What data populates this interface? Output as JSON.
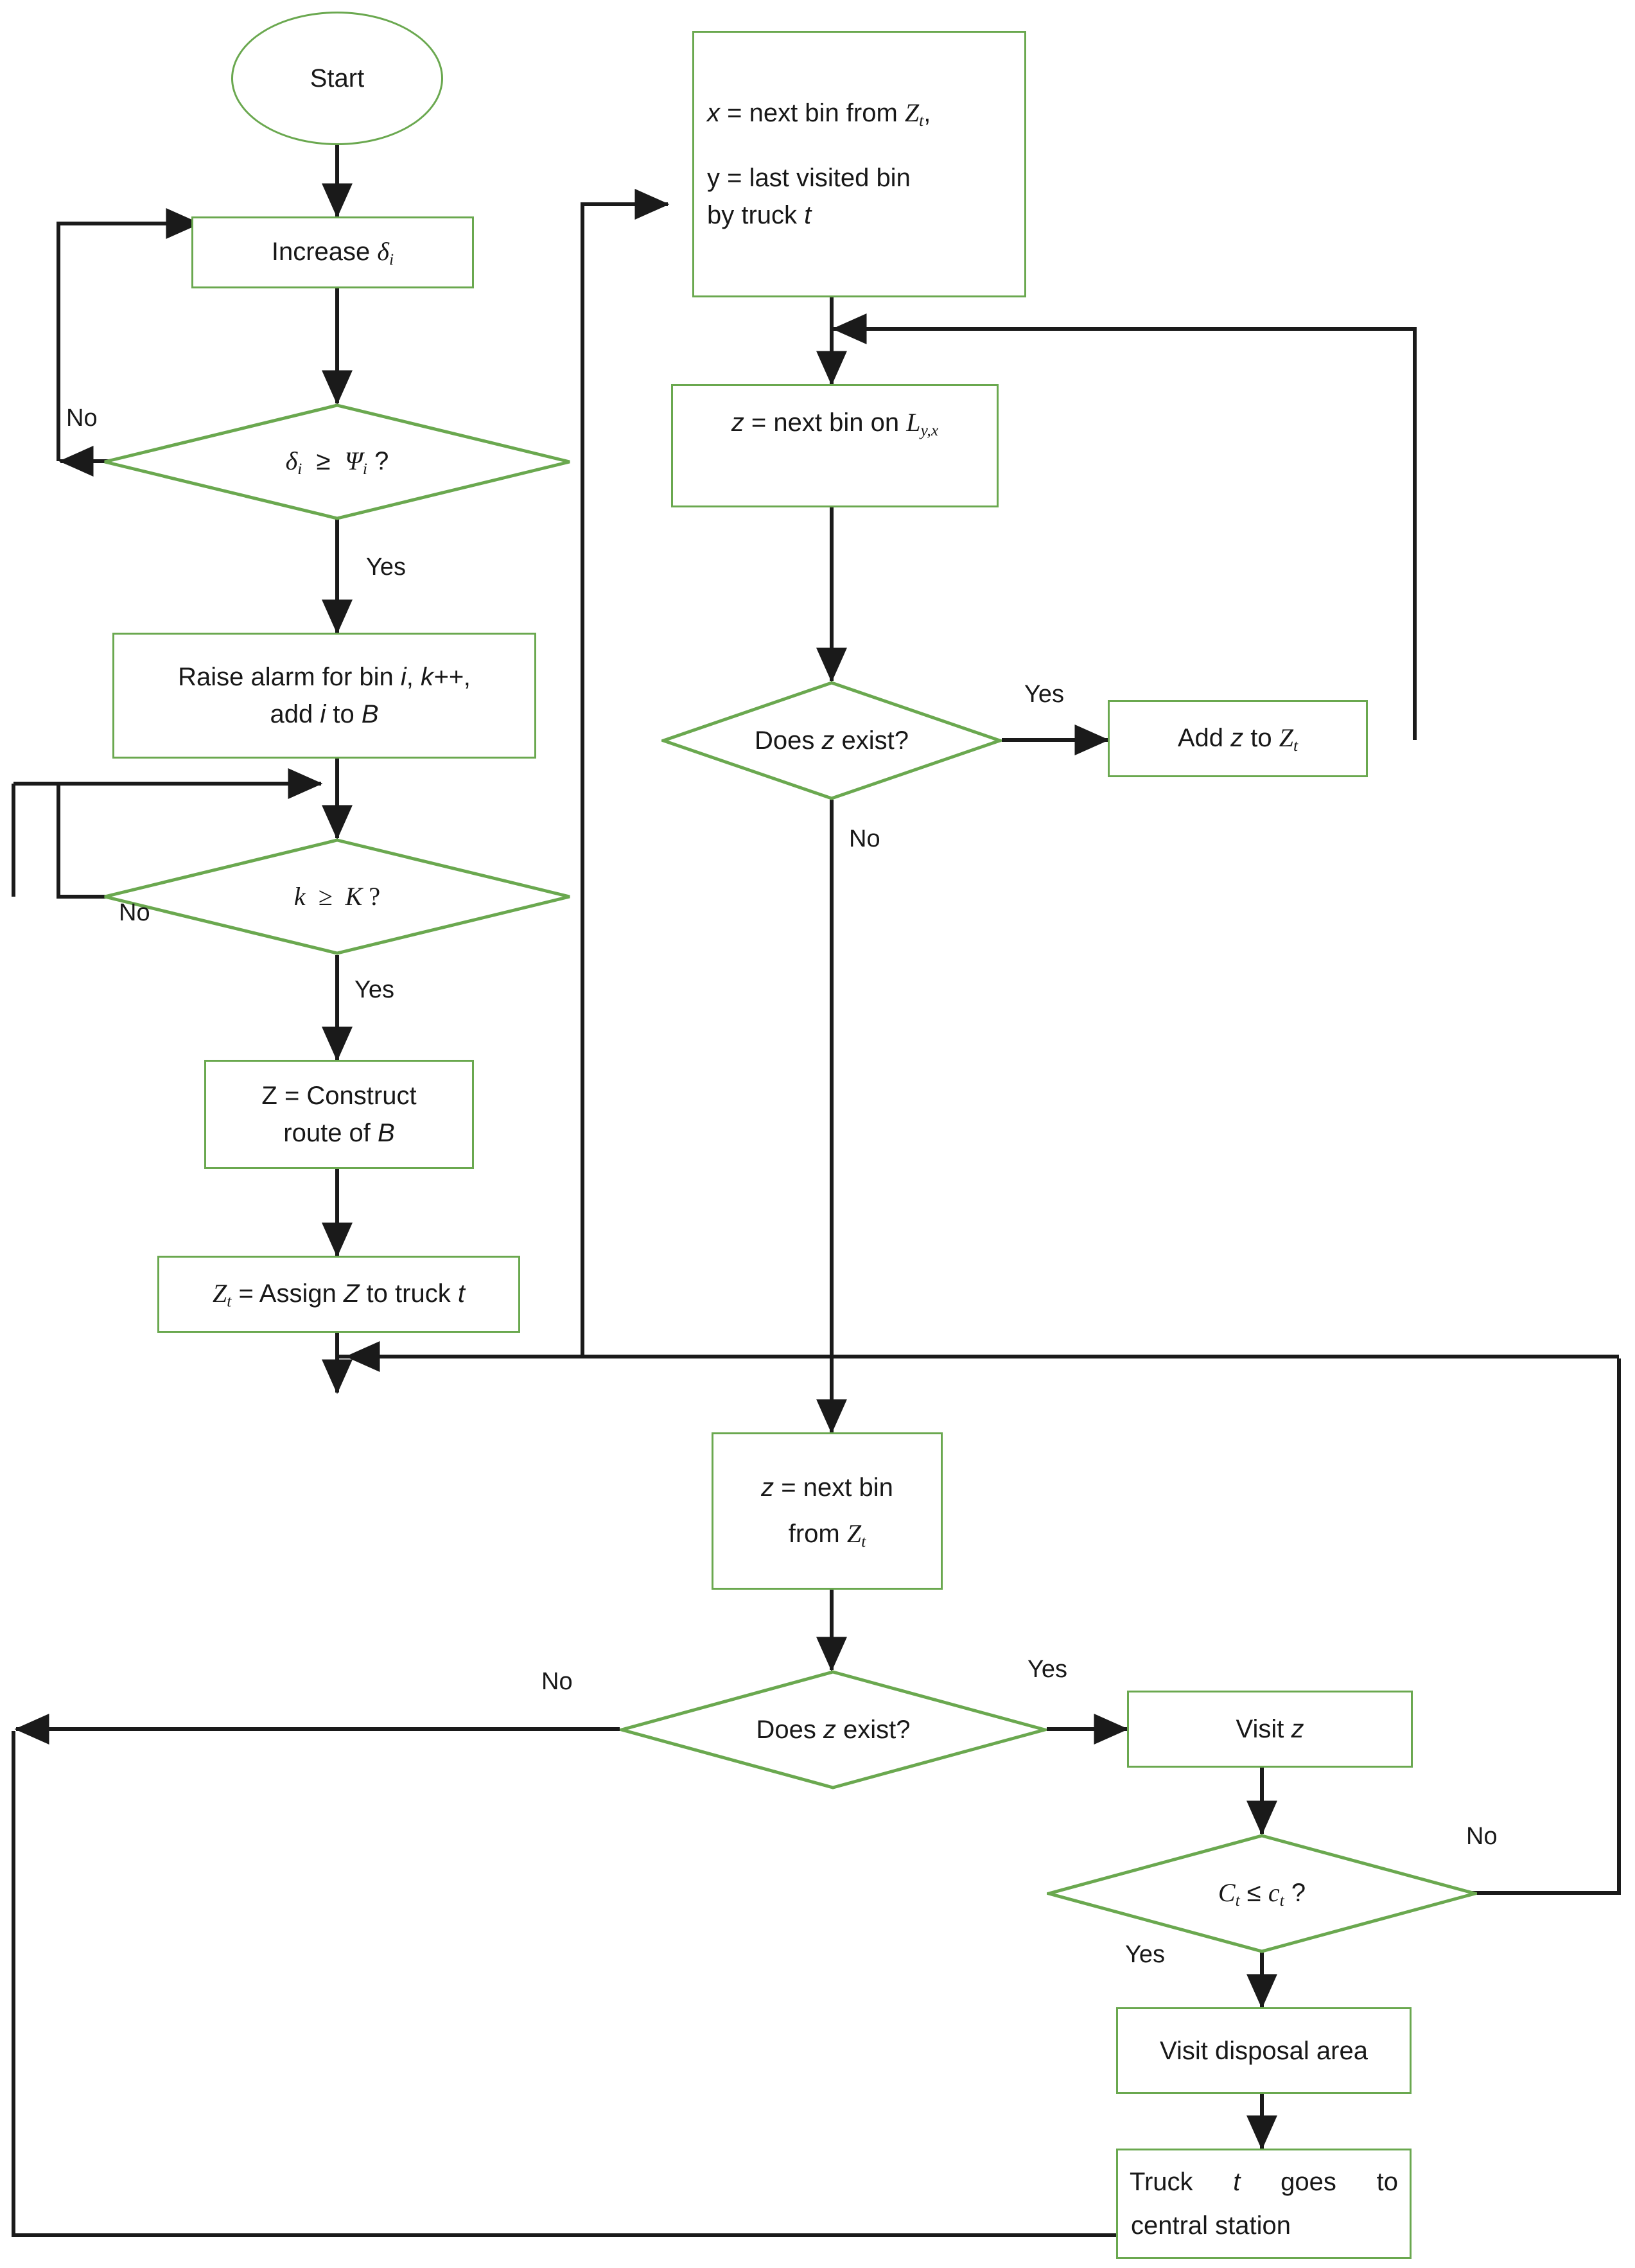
{
  "diagram": {
    "type": "flowchart",
    "title": "Smart waste bin collection routing flowchart",
    "colors": {
      "node_border": "#6aa84f",
      "connector": "#1a1a1a",
      "text": "#181818",
      "background": "#ffffff"
    },
    "nodes": [
      {
        "id": "start",
        "shape": "oval",
        "text": "Start"
      },
      {
        "id": "increase_delta",
        "shape": "process",
        "text": "Increase δi"
      },
      {
        "id": "delta_check",
        "shape": "decision",
        "text": "δi ≥ Ψi ?"
      },
      {
        "id": "raise_alarm",
        "shape": "process",
        "line1": "Raise alarm for bin i, k++,",
        "line2": "add i to B"
      },
      {
        "id": "k_check",
        "shape": "decision",
        "text": "k ≥ K ?"
      },
      {
        "id": "construct_route",
        "shape": "process",
        "line1": "Z = Construct",
        "line2": "route of B"
      },
      {
        "id": "assign_route",
        "shape": "process",
        "text": "Zt = Assign Z to truck t"
      },
      {
        "id": "next_bin_xy",
        "shape": "process",
        "line1": "x = next bin from Zt,",
        "line2": "y = last visited bin",
        "line3": "by truck t"
      },
      {
        "id": "next_bin_on_L",
        "shape": "process",
        "text": "z = next bin on Ly,x"
      },
      {
        "id": "z_exist_1",
        "shape": "decision",
        "text": "Does z exist?"
      },
      {
        "id": "add_z",
        "shape": "process",
        "text": "Add z to Zt"
      },
      {
        "id": "next_bin_from_Z",
        "shape": "process",
        "line1": "z = next bin",
        "line2": "from Zt"
      },
      {
        "id": "z_exist_2",
        "shape": "decision",
        "text": "Does z exist?"
      },
      {
        "id": "visit_z",
        "shape": "process",
        "text": "Visit z"
      },
      {
        "id": "capacity_check",
        "shape": "decision",
        "text": "Ct ≤ ct ?"
      },
      {
        "id": "visit_disposal",
        "shape": "process",
        "text": "Visit disposal area"
      },
      {
        "id": "central_station",
        "shape": "process",
        "line1": "Truck t goes to",
        "line2": "central station"
      }
    ],
    "edge_labels": {
      "delta_no": "No",
      "delta_yes": "Yes",
      "k_no": "No",
      "k_yes": "Yes",
      "zexist1_yes": "Yes",
      "zexist1_no": "No",
      "zexist2_no": "No",
      "zexist2_yes": "Yes",
      "capacity_no": "No",
      "capacity_yes": "Yes"
    }
  }
}
